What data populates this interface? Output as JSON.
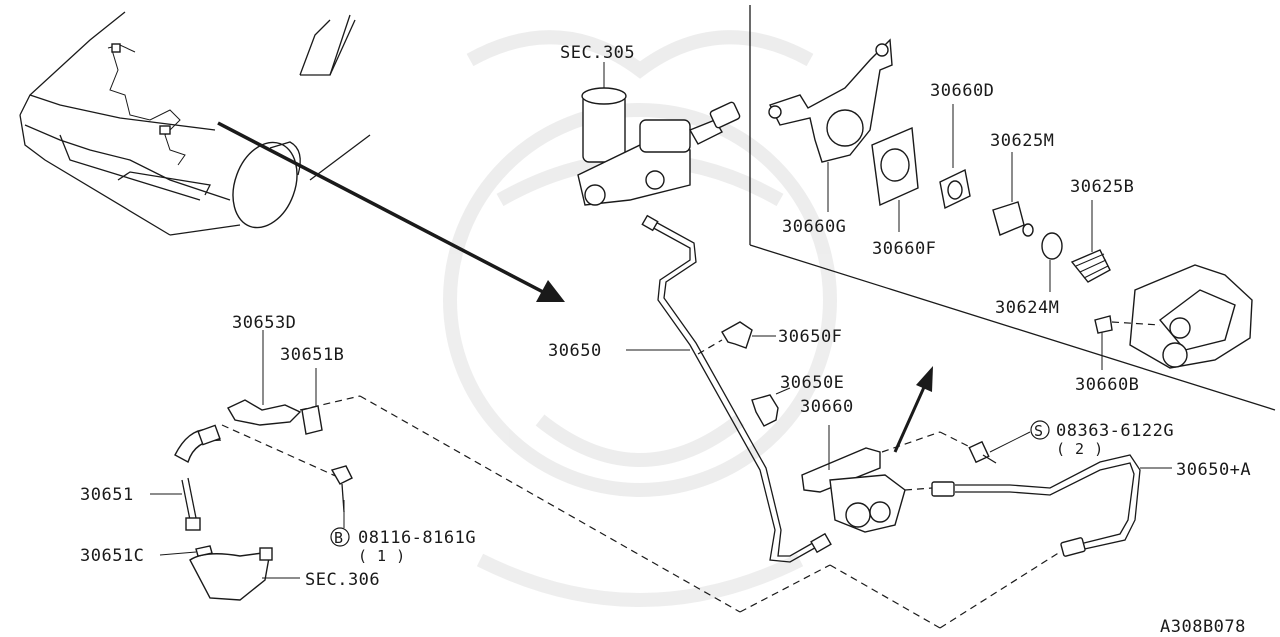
{
  "diagram": {
    "figure_id": "A308B078",
    "parts": {
      "sec305": "SEC.305",
      "p30660D": "30660D",
      "p30625M": "30625M",
      "p30625B": "30625B",
      "p30660G": "30660G",
      "p30660F": "30660F",
      "p30624M": "30624M",
      "p30660B": "30660B",
      "p30653D": "30653D",
      "p30651B": "30651B",
      "p30650": "30650",
      "p30650F": "30650F",
      "p30650E": "30650E",
      "p30660": "30660",
      "p30651": "30651",
      "p30651C": "30651C",
      "sec306": "SEC.306",
      "p30650A": "30650+A"
    },
    "fasteners": {
      "bolt_b": {
        "badge": "B",
        "part": "08116-8161G",
        "qty": "( 1 )"
      },
      "screw_s": {
        "badge": "S",
        "part": "08363-6122G",
        "qty": "( 2 )"
      }
    }
  }
}
